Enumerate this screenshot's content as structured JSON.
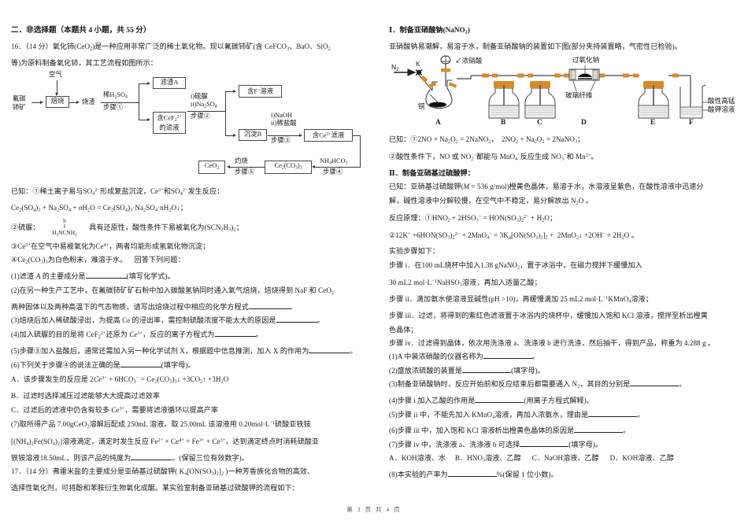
{
  "document": {
    "footer": "第 3 页 共 4 页"
  },
  "left": {
    "section_heading": "二．非选择题（本题共 4 小题，共 55 分）",
    "q16": {
      "stem_line1": "16．（14 分）氧化铈(CeO₂)是一种应用非常广泛的稀土氧化物。现以氟碳铈矿(含 CeFCO₃、BaO、SiO₂",
      "stem_line2": "等)为原料制备氧化铈，其工艺流程如图所示：",
      "flowchart": {
        "air": "空气",
        "ore": "氟碳\n铈矿",
        "roast": "焙烧",
        "clinker": "烧渣",
        "step1_reagent": "稀H₂SO₄",
        "step1_label": "步骤①",
        "residue_a": "滤渣A",
        "filtrate_cef": "含CeF₂²⁺\n的滤液",
        "step2_reagent_i": "i)硫脲",
        "step2_reagent_ii": "ii)Na₂SO₄",
        "step2_label": "步骤②",
        "f_solution": "含F⁻溶液",
        "precipitate_b": "沉淀B",
        "step3_reagent_i": "i)NaOH",
        "step3_reagent_ii": "ii)稀盐酸",
        "step3_label": "步骤③",
        "ce3_filtrate": "含Ce³⁺滤液",
        "step4_reagent": "NH₄HCO₃",
        "step4_label": "步骤④",
        "carbonate": "Ce₂(CO₃)₃",
        "step5_reagent": "灼烧",
        "step5_label": "步骤⑤",
        "product": "CeO₂"
      },
      "known_intro": "已知：①稀土离子易与SO₄²⁻形成复盐沉淀，Ce³⁺和SO₄²⁻发生反应：",
      "known1_eq": "Ce₂(SO₄)₃ + Na₂SO₄ + nH₂O = Ce₂(SO₄)₃·Na₂SO₄·nH₂O↓；",
      "known2_a": "②硫脲：",
      "known2_structure_top": "S",
      "known2_structure_bond": "‖",
      "known2_structure_bottom": "H₂NCNH₂",
      "known2_b": "具有还原性，酸性条件下易被氧化为(SCN₂H₃)₂；",
      "known3": "③Ce³⁺在空气中易被氧化为Ce⁴⁺，两者均能形成氢氧化物沉淀；",
      "known4": "④Ce₂(CO₃)₃为白色粉末，难溶于水。",
      "answer_prompt": "回答下列问题：",
      "q1": "(1)滤渣 A 的主要成分是",
      "q1_tail": "(填写化学式)。",
      "q2_line1": "(2)在另一种生产工艺中，在氟碳铈矿矿石粉中加入碳酸氢钠同时通入氧气焙烧，焙烧得到 NaF 和 CeO₂",
      "q2_line2": "两种固体以及两种高温下的气态物质，请写出焙烧过程中相应的化学方程式",
      "q2_tail": "。",
      "q3": "(3)焙烧后加入稀硫酸浸出，为提高 Ce 的浸出率，需控制硫酸浓度不能太大的原因是",
      "q3_tail": "。",
      "q4": "(4)加入硫脲的目的是将 CeF₂²⁺还原为 Ce³⁺，反应的离子方程式为",
      "q4_tail": "。",
      "q5": "(5)步骤③加入盐酸后，通常还需加入另一种化学试剂 X，根据题中信息推测，加入 X 的作用为",
      "q5_tail": "。",
      "q6": "(6)下列关于步骤④的说法正确的是",
      "q6_tail": "(填字母)。",
      "optA": "A．该步骤发生的反应是 2Ce³⁺ + 6HCO₃⁻ = Ce₂(CO₃)₃↓ +3CO₂↑ +3H₂O",
      "optB": "B．过滤时选择减压过滤能够大大提高过滤效率",
      "optC": "C．过滤后的滤液中仍含有较多 Ce³⁺，需要将滤液循环以提高产率",
      "q7_line1": "(7)取所得产品 7.00gCeO₂溶解后配成 250mL 溶液。取 25.00mL 该溶液用 0.20mol·L⁻¹硫酸亚铁铵",
      "q7_line2": "[(NH₄)₂Fe(SO₄)₂]溶液滴定，滴定时发生反应 Fe²⁺ + Ce⁴⁺ = Fe³⁺ + Ce³⁺，达到滴定终点时消耗硫酸亚",
      "q7_line3": "铁铵溶液18.50mL，则该产品的纯度为",
      "q7_tail": "。(保留三位有效数字)。"
    },
    "q17": {
      "line1": "17．（14 分）弗雷米盐的主要成分是亚硝基过硫酸钾( K₄[ON(SO₃)₂]₂ )一种芳香族化合物的高效、",
      "line2": "选择性氧化剂，可将酚和苯胺衍生物氧化成醌。某实验室制备亚硝基过硫酸钾的流程如下："
    }
  },
  "right": {
    "part1_title": "Ⅰ．制备亚硝酸钠(NaNO₂)",
    "part1_desc": "亚硝酸钠易潮解，易溶于水，制备亚硝酸钠的装置如下图(部分夹持装置略，气密性已检验)。",
    "apparatus": {
      "n2": "N₂",
      "valve": "K",
      "conc_nitric": "浓硝酸",
      "copper": "铜",
      "sodium_peroxide": "过氧化钠",
      "glass_fiber": "玻璃纤维",
      "kmno4_line1": "酸性高锰",
      "kmno4_line2": "酸钾溶液",
      "labels": [
        "A",
        "B",
        "C",
        "D",
        "E",
        "F"
      ]
    },
    "known_line1": "已知：①2NO + Na₂O₂ = 2NaNO₂，  2NO₂ + Na₂O₂ = 2NaNO₃；",
    "known_line2": "②酸性条件下，NO 或 NO₂⁻都能与 MnO₄⁻反应生成 NO₃⁻和 Mn²⁺。",
    "part2_title": "Ⅱ．制备亚硝基过硫酸钾：",
    "known2_line1": "已知：亚硝基过硫酸钾(M = 536 g/mol)橙黄色晶体，易溶于水，水溶液呈紫色，在酸性溶液中迅速分",
    "known2_line2": "解，碱性溶液中分解较慢，在空气中不稳定，易分解放出 N₂O 。",
    "principle_1": "反应原理：①HNO₂ + 2HSO₃⁻ = HON(SO₃)₂²⁻ + H₂O；",
    "principle_2": "②12K⁺ +6HON(SO₃)₂²⁻ + 2MnO₄⁻ = 3K₄[ON(SO₃)₂]₂ +  2MnO₂↓ +2OH⁻ + 2H₂O 。",
    "steps_title": "实验步骤如下：",
    "step_i_line1": "步骤 i．在100 mL烧杯中加入1.38 gNaNO₂，置于冰浴中，在磁力搅拌下缓慢加入",
    "step_i_line2": "30 mL2 mol·L⁻¹NaHSO₃溶液，再加入适量乙酸；",
    "step_ii": "步骤 ii．滴加氨水使溶液显碱性(pH >10)，再缓慢滴加 25 mL2 mol·L⁻¹KMnO₄溶液；",
    "step_iii_line1": "步骤 iii．过滤，将得到的紫红色滤液置于冰浴内的烧杯中，缓慢加入饱和 KCl 溶液，搅拌至析出橙黄",
    "step_iii_line2": "色晶体；",
    "step_iv": "步骤 iv．过滤得到晶体，依次用洗涤液 a、洗涤液 b 进行洗涤，然后抽干，得到产品，称重为 4.288 g 。",
    "q1": "(1)A 中装浓硝酸的仪器名称为",
    "q1_tail": "。",
    "q2": "(2)盛放浓硫酸的装置是",
    "q2_tail": "(填字母)。",
    "q3": "(3)制备亚硝酸钠时，反应开始前和反应结束后都需要通入 N₂，其目的分别是",
    "q3_tail": "。",
    "q4": "(4)步骤 i 加入乙酸的作用是",
    "q4_tail": "(用离子方程式解释)。",
    "q5": "(5)步骤 ii 中，不能先加入 KMnO₄溶液，再加入浓氨水，理由是",
    "q5_tail": "。",
    "q6": "(6)步骤 iii 中，加入饱和 KCl 溶液析出橙黄色晶体的原因是",
    "q6_tail": "。",
    "q7": "(7)步骤 iv 中，洗涤液 a、洗涤液 b 可选择",
    "q7_tail": "(填字母)。",
    "optA": "A．KOH溶液、水",
    "optB": "B．HNO₃溶液、乙醇",
    "optC": "C．NaOH溶液、乙醇",
    "optD": "D．KOH溶液、乙醇",
    "q8": "(8)本实验的产率为",
    "q8_tail": "%(保留 1 位小数)。"
  }
}
